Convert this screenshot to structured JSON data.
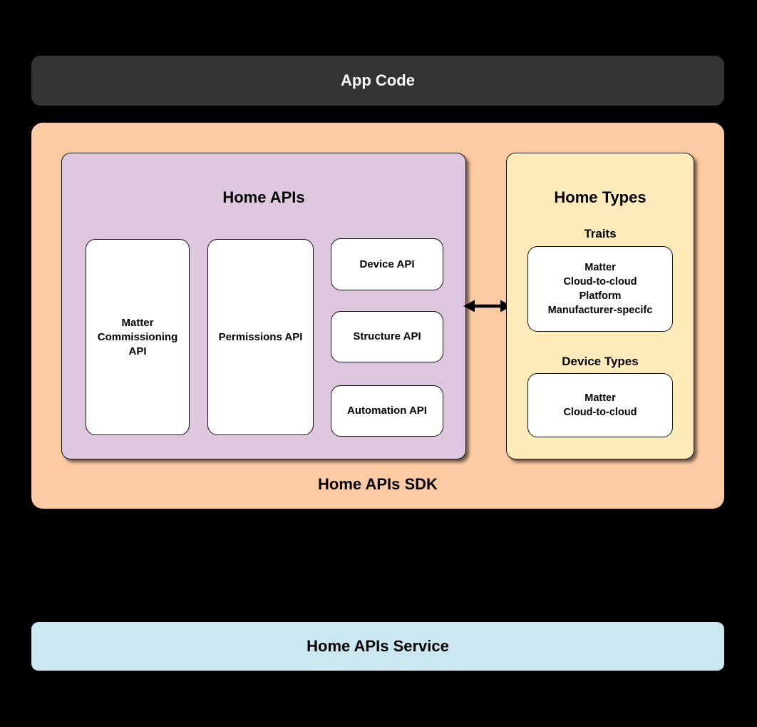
{
  "app_code": {
    "label": "App Code"
  },
  "sdk": {
    "label": "Home APIs SDK",
    "home_apis": {
      "title": "Home APIs",
      "matter_commissioning_api": [
        "Matter",
        "Commissioning",
        "API"
      ],
      "permissions_api": "Permissions API",
      "device_api": "Device API",
      "structure_api": "Structure API",
      "automation_api": "Automation API"
    },
    "home_types": {
      "title": "Home Types",
      "traits_heading": "Traits",
      "traits": [
        "Matter",
        "Cloud-to-cloud",
        "Platform",
        "Manufacturer-specifc"
      ],
      "device_types_heading": "Device Types",
      "device_types": [
        "Matter",
        "Cloud-to-cloud"
      ]
    },
    "arrow": "bidirectional"
  },
  "service": {
    "label": "Home APIs Service"
  },
  "colors": {
    "background": "#000000",
    "app_code_bg": "#333333",
    "app_code_text": "#ffffff",
    "sdk_bg": "#fdcba3",
    "home_apis_bg": "#dec8df",
    "home_types_bg": "#fdecba",
    "inner_box_bg": "#ffffff",
    "service_bg": "#cbe8f1",
    "border": "#111111",
    "text": "#000000"
  }
}
